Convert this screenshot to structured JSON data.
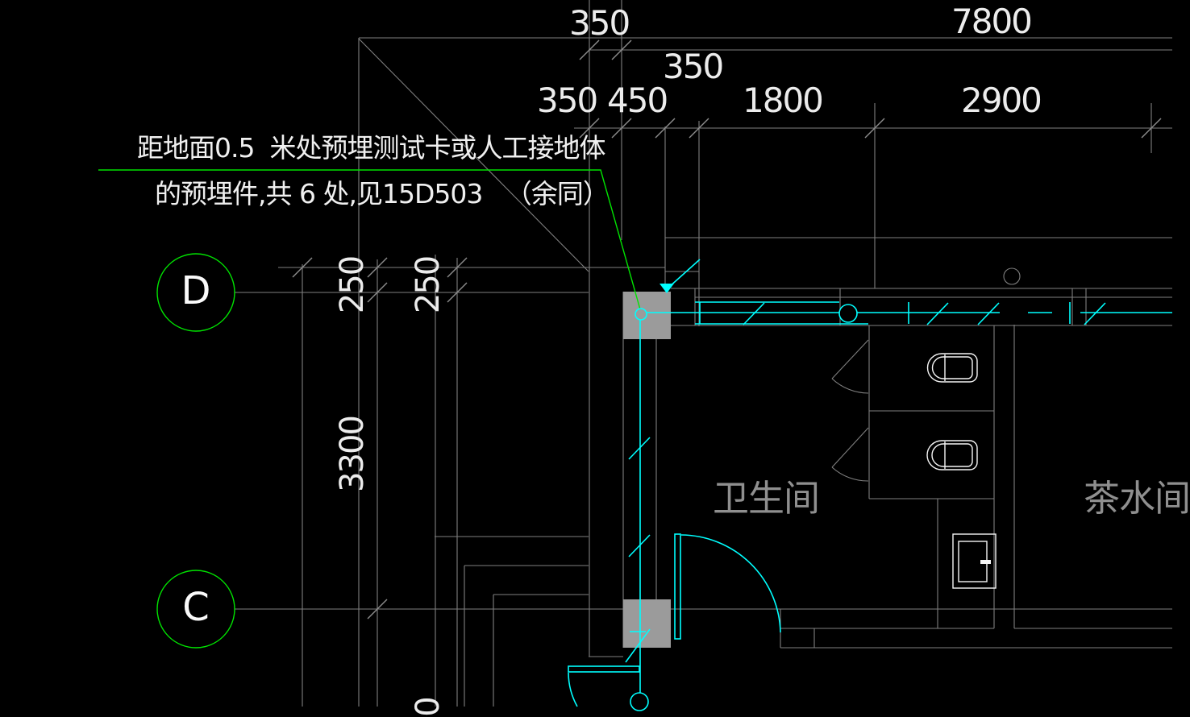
{
  "drawing": {
    "title_note": {
      "line1": "距地面0.5  米处预埋测试卡或人工接地体",
      "line2": "的预埋件,共 6 处,见15D503   （余同）"
    },
    "dimensions": {
      "top_total": "7800",
      "top_row1_350": "350",
      "top_row2_350": "350",
      "row3": [
        "350",
        "450",
        "1800",
        "2900"
      ],
      "left_250_a": "250",
      "left_250_b": "250",
      "left_3300": "3300",
      "bottom_partial": "0"
    },
    "grid_labels": {
      "d": "D",
      "c": "C"
    },
    "rooms": {
      "bathroom": "卫生间",
      "tea_room": "茶水间"
    },
    "symbols": [
      "grounding-bus-line",
      "ground-test-point-circle",
      "leader-arrow",
      "column",
      "toilet",
      "stall-door",
      "swing-door"
    ],
    "colors": {
      "background": "#000000",
      "line_gray": "#7f7f7f",
      "text_white": "#ececec",
      "accent_green": "#00e400",
      "accent_cyan": "#00ffff",
      "column_fill": "#9b9b9b",
      "room_label_gray": "#8f8f8f"
    }
  }
}
